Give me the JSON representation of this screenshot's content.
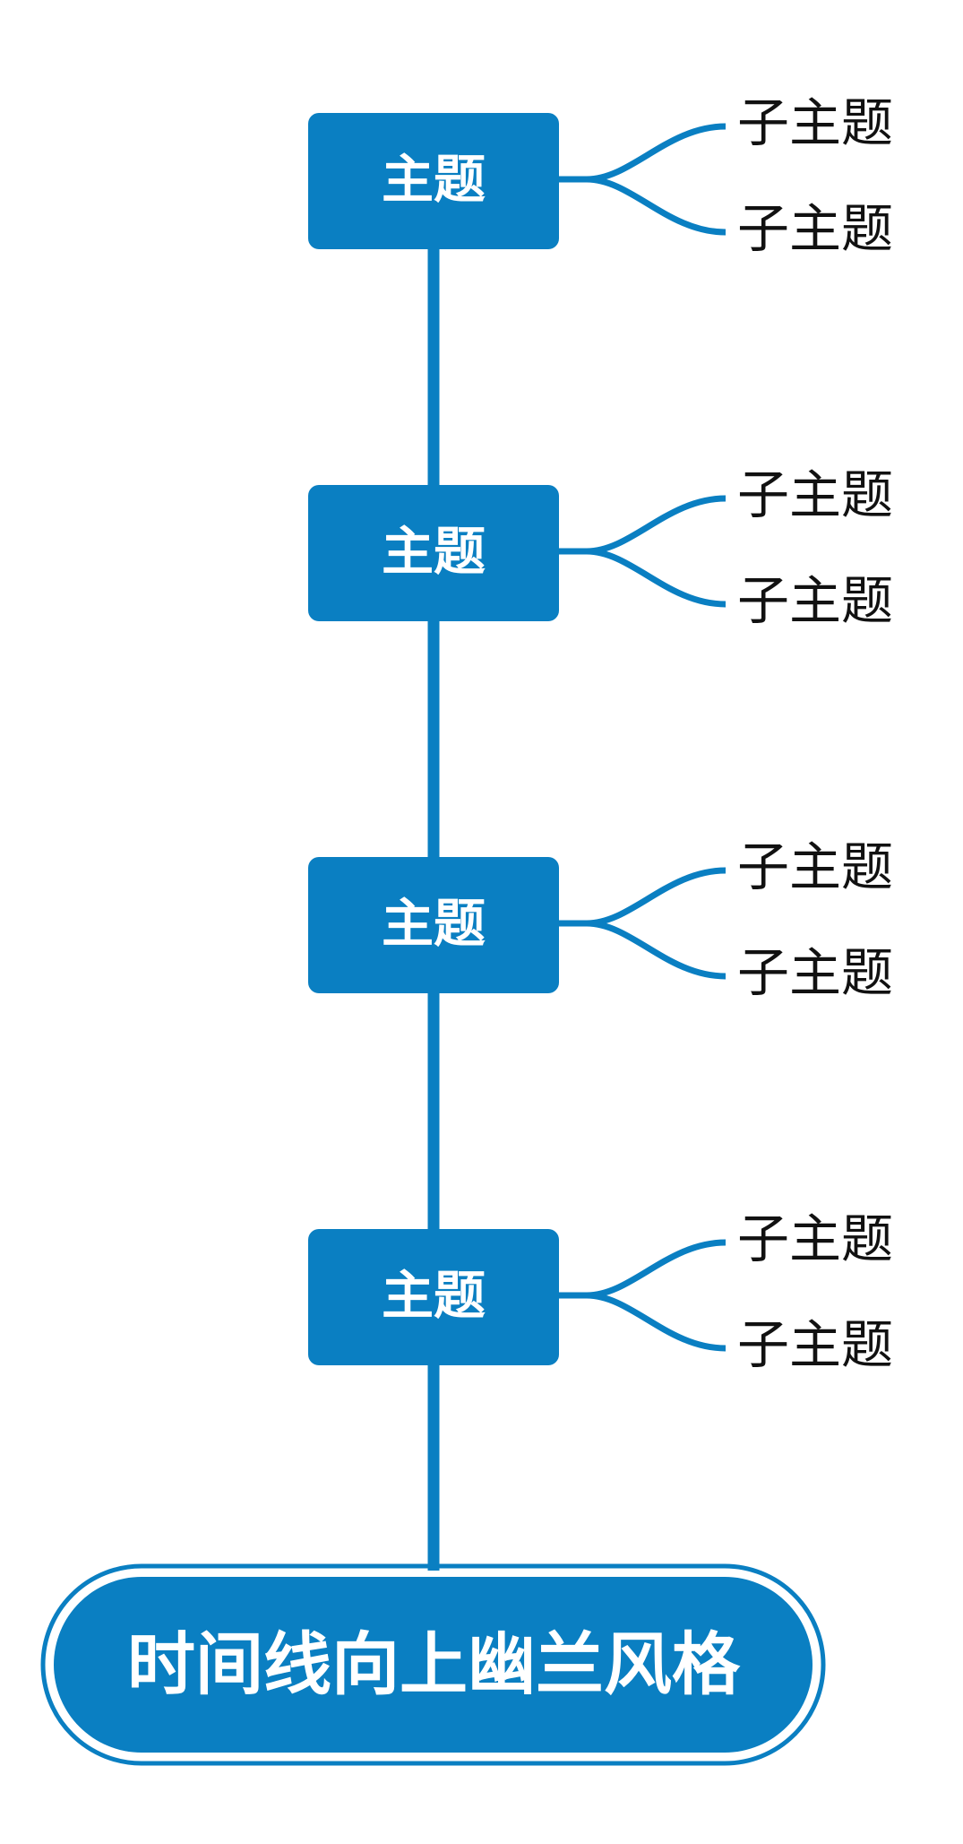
{
  "colors": {
    "accent": "#0a7fc2",
    "background": "#ffffff",
    "topic_text": "#ffffff",
    "subtopic_text": "#111111"
  },
  "root": {
    "label": "时间线向上幽兰风格"
  },
  "topics": [
    {
      "label": "主题",
      "subtopics": [
        "子主题",
        "子主题"
      ]
    },
    {
      "label": "主题",
      "subtopics": [
        "子主题",
        "子主题"
      ]
    },
    {
      "label": "主题",
      "subtopics": [
        "子主题",
        "子主题"
      ]
    },
    {
      "label": "主题",
      "subtopics": [
        "子主题",
        "子主题"
      ]
    }
  ]
}
